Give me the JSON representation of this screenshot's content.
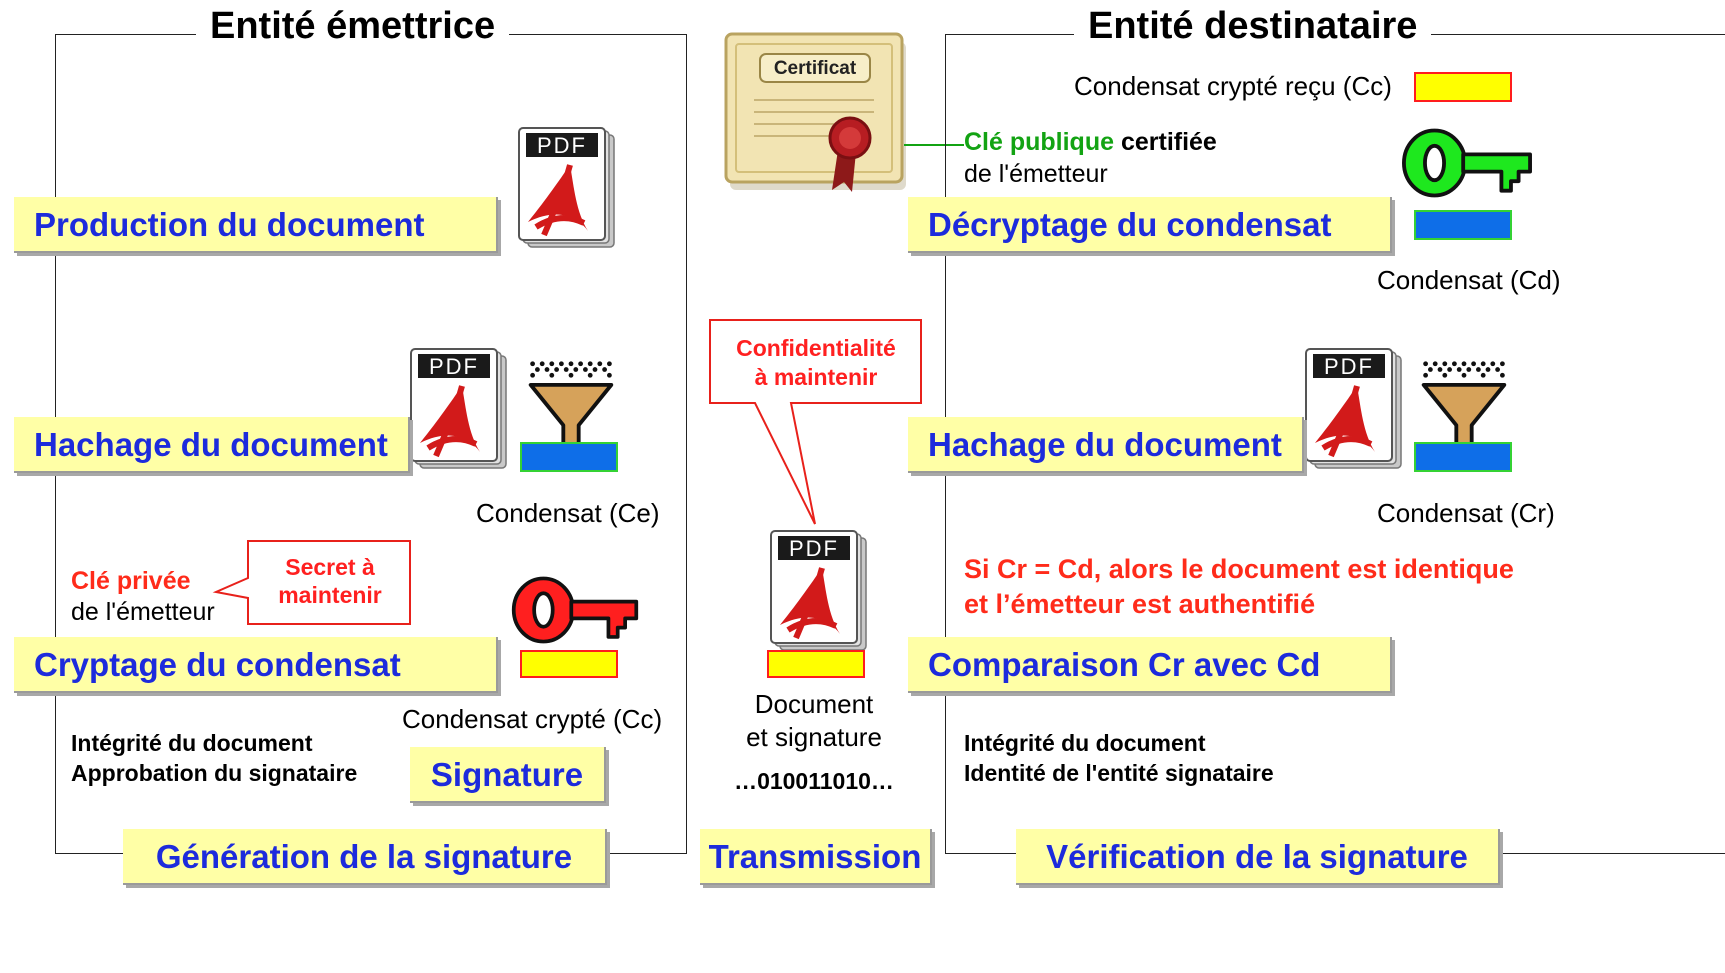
{
  "emitter": {
    "title": "Entité émettrice",
    "steps": {
      "production": "Production du document",
      "hashing": "Hachage du document",
      "encryption": "Cryptage du condensat",
      "signature": "Signature",
      "generation": "Génération de la signature"
    },
    "digest_label": "Condensat (Ce)",
    "encrypted_digest_label": "Condensat crypté (Cc)",
    "private_key": {
      "highlight": "Clé privée",
      "suffix": "de l'émetteur"
    },
    "secret_callout": [
      "Secret à",
      "maintenir"
    ],
    "properties": [
      "Intégrité du document",
      "Approbation du signataire"
    ]
  },
  "transmission": {
    "certificate_label": "Certificat",
    "confidentiality_callout": [
      "Confidentialité",
      "à maintenir"
    ],
    "document_caption": [
      "Document",
      "et signature"
    ],
    "bits": "…010011010…",
    "step": "Transmission"
  },
  "receiver": {
    "title": "Entité destinataire",
    "received_digest_label": "Condensat crypté reçu (Cc)",
    "public_key": {
      "highlight": "Clé publique",
      "bold": "certifiée",
      "suffix": "de l'émetteur"
    },
    "steps": {
      "decryption": "Décryptage du condensat",
      "hashing": "Hachage du document",
      "comparison": "Comparaison Cr avec Cd",
      "verification": "Vérification de la signature"
    },
    "decrypted_digest_label": "Condensat (Cd)",
    "recomputed_digest_label": "Condensat (Cr)",
    "conclusion": [
      "Si Cr = Cd, alors le document est identique",
      "et l’émetteur est authentifié"
    ],
    "properties": [
      "Intégrité du document",
      "Identité de l'entité signataire"
    ]
  },
  "icons": {
    "document": "pdf-document-icon",
    "hash": "hash-funnel-icon",
    "private_key": "red-key-icon",
    "public_key": "green-key-icon",
    "certificate": "certificate-icon"
  },
  "colors": {
    "step_text": "#1d2bdc",
    "step_background": "#ffffa6",
    "alert": "#ff2b1a",
    "public_key": "#13a313",
    "encrypted_digest_fill": "#ffff00",
    "digest_fill": "#0e6ee8"
  }
}
